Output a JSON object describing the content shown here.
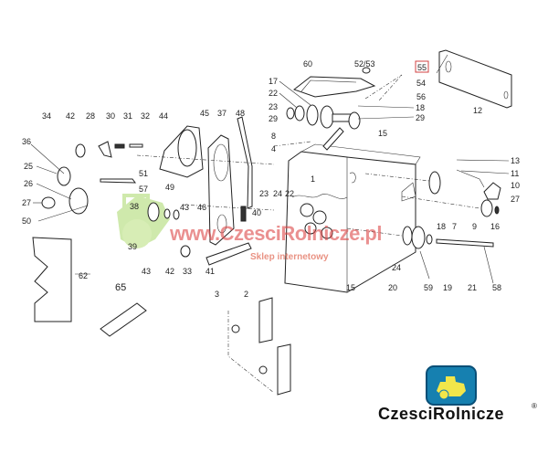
{
  "diagram": {
    "highlighted_label": "55",
    "labels": [
      "34",
      "42",
      "28",
      "30",
      "31",
      "32",
      "44",
      "45",
      "37",
      "48",
      "36",
      "25",
      "26",
      "27",
      "50",
      "51",
      "57",
      "49",
      "38",
      "43",
      "46",
      "40",
      "39",
      "43",
      "42",
      "33",
      "41",
      "62",
      "65",
      "3",
      "2",
      "60",
      "52/53",
      "55",
      "54",
      "56",
      "12",
      "17",
      "22",
      "23",
      "29",
      "8",
      "4",
      "18",
      "29",
      "15",
      "1",
      "13",
      "11",
      "10",
      "27",
      "7",
      "9",
      "16",
      "23",
      "24",
      "22",
      "18",
      "15",
      "24",
      "20",
      "59",
      "19",
      "21",
      "58"
    ]
  },
  "watermark": {
    "url": "www.CzesciRolnicze.pl",
    "subtitle": "Sklep internetowy"
  },
  "logo": {
    "brand": "CzesciRolnicze",
    "mark": "®"
  },
  "colors": {
    "watermark_red": "#dc4646",
    "watermark_green": "#9fd05a",
    "logo_blue": "#1680b0",
    "logo_yellow": "#f2e64a",
    "highlight_box": "#d04040"
  }
}
